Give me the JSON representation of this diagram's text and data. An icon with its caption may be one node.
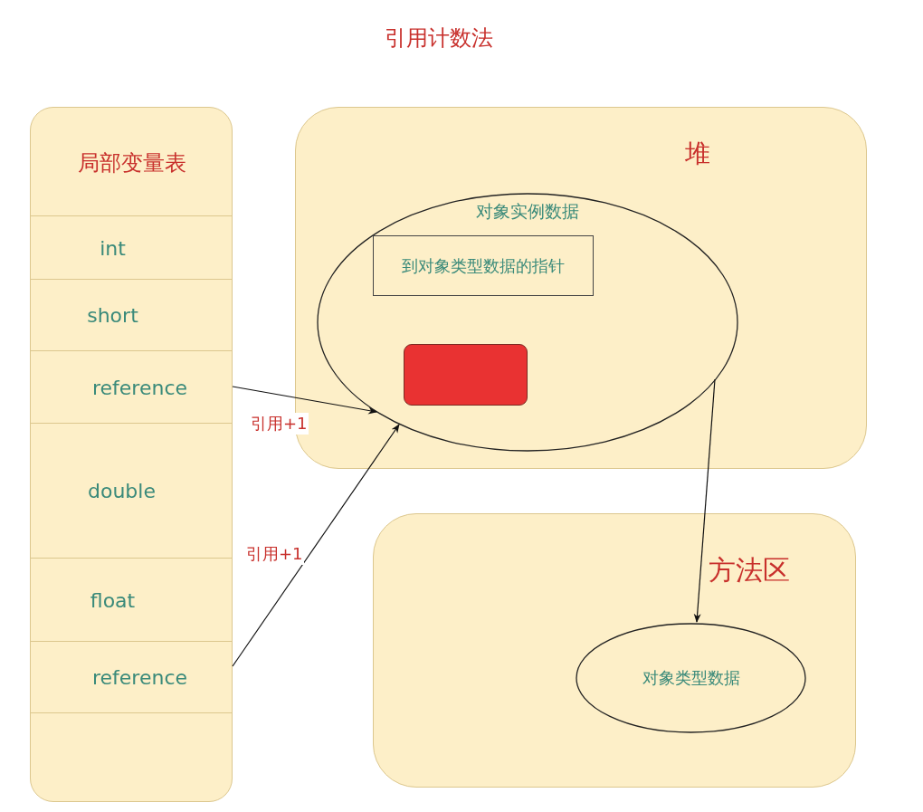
{
  "diagram": {
    "title": "引用计数法",
    "nodes": [
      {
        "text": [
          "局部变量表"
        ]
      },
      {
        "text": [
          "int"
        ],
        "in": 0
      },
      {
        "text": [
          "short"
        ],
        "in": 0
      },
      {
        "text": [
          "reference"
        ],
        "in": 0
      },
      {
        "text": [
          "double"
        ],
        "in": 0
      },
      {
        "text": [
          "float"
        ],
        "in": 0
      },
      {
        "text": [
          "reference"
        ],
        "in": 0
      },
      {
        "text": [],
        "shape": "box",
        "in": 0
      },
      {
        "text": [
          "堆"
        ]
      },
      {
        "text": [
          "对象实例数据"
        ],
        "in": 8
      },
      {
        "text": [
          "到对象类型数据的指针"
        ],
        "in": 9
      },
      {
        "text": [],
        "shape": "box",
        "in": 9
      },
      {
        "text": [
          "方法区"
        ]
      },
      {
        "text": [
          "对象类型数据"
        ],
        "in": 12
      }
    ],
    "edges": [
      {
        "from": 3,
        "to": 9,
        "arrow": "to",
        "label": "引用+1"
      },
      {
        "from": 6,
        "to": 9,
        "arrow": "to",
        "label": "引用+1"
      },
      {
        "from": 9,
        "to": 13,
        "arrow": "to"
      }
    ]
  }
}
